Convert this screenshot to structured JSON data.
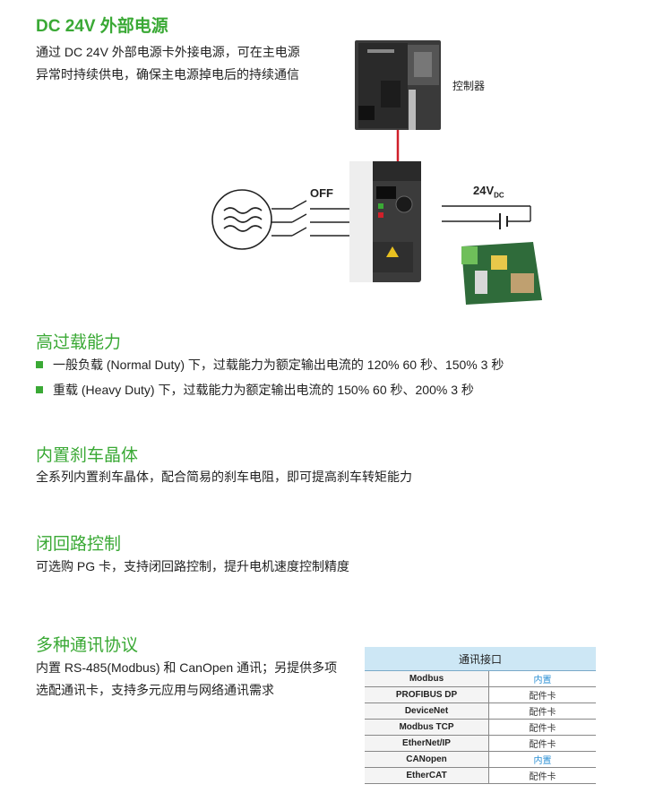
{
  "sections": {
    "dc24": {
      "title": "DC 24V 外部电源",
      "body_line1": "通过 DC 24V 外部电源卡外接电源，可在主电源",
      "body_line2": "异常时持续供电，确保主电源掉电后的持续通信"
    },
    "diagram": {
      "controller_label": "控制器",
      "off_label": "OFF",
      "voltage_label": "24V",
      "voltage_sub": "DC"
    },
    "overload": {
      "title": "高过载能力",
      "bullets": [
        "一般负载 (Normal Duty) 下，过载能力为额定输出电流的 120% 60 秒、150% 3 秒",
        "重载 (Heavy Duty) 下，过载能力为额定输出电流的 150% 60 秒、200% 3 秒"
      ]
    },
    "brake": {
      "title": "内置刹车晶体",
      "body": "全系列内置刹车晶体，配合简易的刹车电阻，即可提高刹车转矩能力"
    },
    "closed_loop": {
      "title": "闭回路控制",
      "body": "可选购 PG 卡，支持闭回路控制，提升电机速度控制精度"
    },
    "comm": {
      "title": "多种通讯协议",
      "body_line1": "内置 RS-485(Modbus) 和 CanOpen 通讯；另提供多项",
      "body_line2": "选配通讯卡，支持多元应用与网络通讯需求",
      "table_header": "通讯接口",
      "rows": [
        {
          "name": "Modbus",
          "value": "内置"
        },
        {
          "name": "PROFIBUS DP",
          "value": "配件卡"
        },
        {
          "name": "DeviceNet",
          "value": "配件卡"
        },
        {
          "name": "Modbus TCP",
          "value": "配件卡"
        },
        {
          "name": "EtherNet/IP",
          "value": "配件卡"
        },
        {
          "name": "CANopen",
          "value": "内置"
        },
        {
          "name": "EtherCAT",
          "value": "配件卡"
        }
      ]
    }
  },
  "colors": {
    "heading_green": "#3aa935",
    "builtin_blue": "#2a8fd4",
    "table_header_bg": "#cde7f5"
  }
}
